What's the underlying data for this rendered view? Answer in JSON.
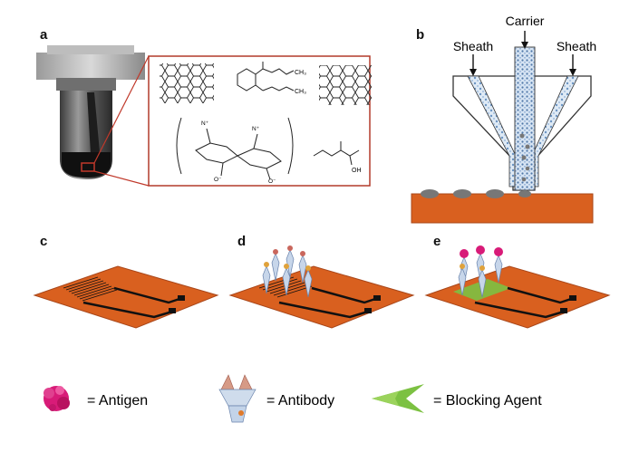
{
  "panels": {
    "a": "a",
    "b": "b",
    "c": "c",
    "d": "d",
    "e": "e"
  },
  "nozzle": {
    "carrier": "Carrier",
    "sheath_left": "Sheath",
    "sheath_right": "Sheath"
  },
  "chem": {
    "ch3_1": "CH₃",
    "ch3_2": "CH₃",
    "no2": "N⁺",
    "o_minus": "O⁻",
    "oh": "OH"
  },
  "legend": {
    "antigen": "= Antigen",
    "antibody": "= Antibody",
    "blocking": "= Blocking Agent"
  },
  "colors": {
    "substrate": "#d9601f",
    "substrate_edge": "#a9471a",
    "ink": "#222222",
    "antigen": "#d81b78",
    "blocking": "#7cc142",
    "inset_border": "#b23a2a",
    "nozzle_fill": "#b9d3ea"
  }
}
